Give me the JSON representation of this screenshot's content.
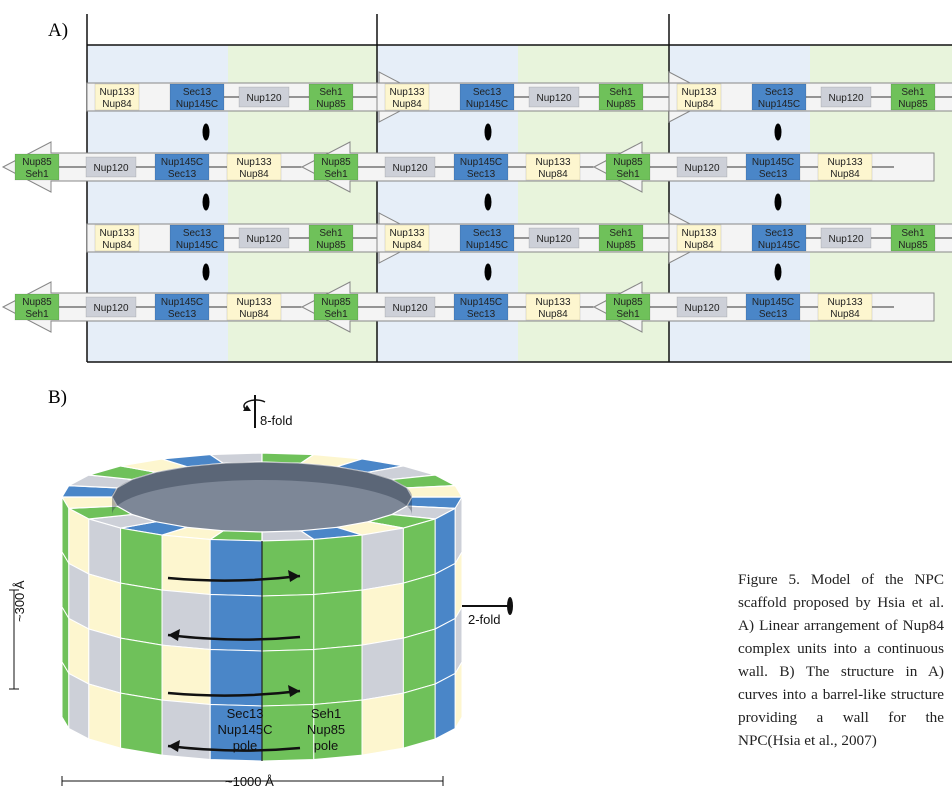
{
  "panel_a": {
    "label": "A)",
    "units": {
      "right": {
        "left_box": [
          "Nup133",
          "Nup84"
        ],
        "blue_box": [
          "Sec13",
          "Nup145C"
        ],
        "gray_box": "Nup120",
        "green_box": [
          "Seh1",
          "Nup85"
        ]
      },
      "left": {
        "green_box": [
          "Nup85",
          "Seh1"
        ],
        "gray_box": "Nup120",
        "blue_box": [
          "Nup145C",
          "Sec13"
        ],
        "right_box": [
          "Nup133",
          "Nup84"
        ]
      }
    }
  },
  "panel_b": {
    "label": "B)",
    "rotation_label": "8-fold",
    "twofold_label": "2-fold",
    "height_label": "~300 Å",
    "width_label": "~1000 Å",
    "pole1": [
      "Sec13",
      "Nup145C",
      "pole"
    ],
    "pole2": [
      "Seh1",
      "Nup85",
      "pole"
    ]
  },
  "caption": "Figure 5. Model of the NPC scaffold proposed by Hsia et al. A) Linear arrangement of Nup84 complex units into a continuous wall. B) The structure in A) curves into a barrel-like structure providing a wall for the NPC(Hsia et al., 2007)",
  "colors": {
    "blue": "#4a86c8",
    "green": "#6fc15a",
    "cream": "#fdf6cf",
    "gray": "#cdd0d8",
    "light_blue_bg": "#e6eef8",
    "light_green_bg": "#e8f4dc"
  }
}
